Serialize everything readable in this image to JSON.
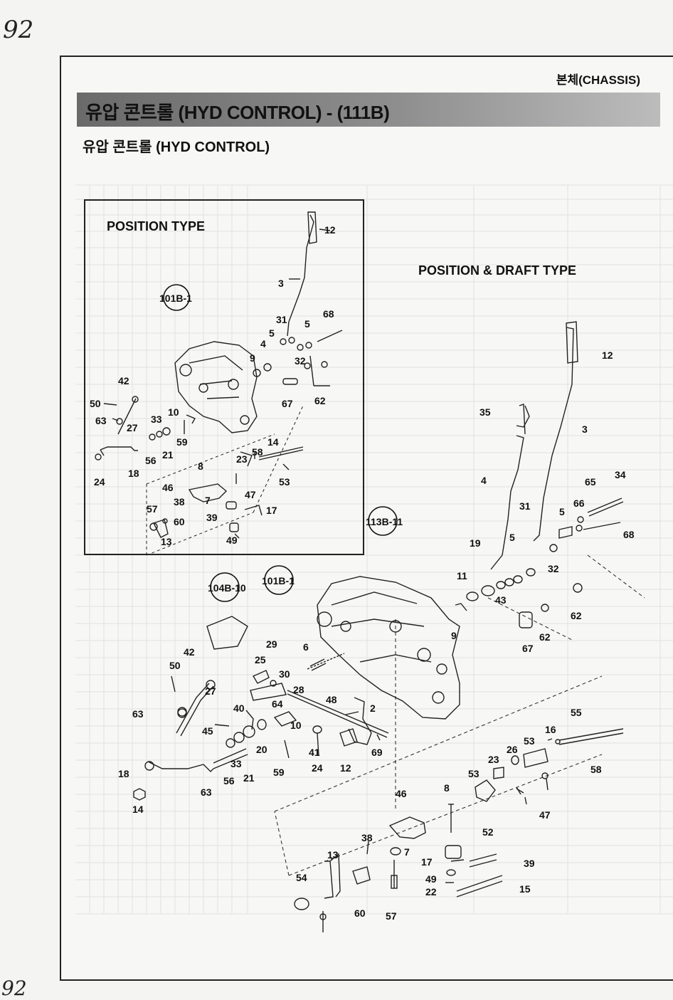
{
  "handwritten": {
    "top_page_number": "92",
    "bottom_page_number": "92"
  },
  "header": {
    "section": "본체(CHASSIS)",
    "title": "유압 콘트롤 (HYD CONTROL) - (111B)",
    "subtitle": "유압 콘트롤 (HYD CONTROL)"
  },
  "inset": {
    "label": "POSITION TYPE",
    "references": [
      "101B-1"
    ],
    "parts": [
      "12",
      "3",
      "31",
      "68",
      "5",
      "5",
      "4",
      "9",
      "32",
      "62",
      "67",
      "42",
      "50",
      "63",
      "27",
      "33",
      "10",
      "21",
      "56",
      "59",
      "18",
      "24",
      "14",
      "23",
      "58",
      "53",
      "47",
      "8",
      "46",
      "38",
      "57",
      "60",
      "7",
      "17",
      "39",
      "49",
      "13"
    ]
  },
  "main": {
    "label": "POSITION & DRAFT TYPE",
    "references": [
      "101B-1",
      "104B-10",
      "113B-11"
    ],
    "parts": [
      "12",
      "35",
      "3",
      "34",
      "65",
      "4",
      "66",
      "31",
      "5",
      "68",
      "19",
      "5",
      "32",
      "11",
      "43",
      "62",
      "9",
      "62",
      "67",
      "42",
      "50",
      "27",
      "29",
      "25",
      "6",
      "30",
      "28",
      "48",
      "2",
      "64",
      "40",
      "45",
      "10",
      "63",
      "20",
      "33",
      "21",
      "56",
      "41",
      "12",
      "69",
      "59",
      "24",
      "18",
      "63",
      "14",
      "55",
      "16",
      "53",
      "58",
      "26",
      "23",
      "53",
      "47",
      "52",
      "8",
      "46",
      "38",
      "7",
      "17",
      "39",
      "49",
      "22",
      "15",
      "13",
      "60",
      "57",
      "54"
    ]
  }
}
